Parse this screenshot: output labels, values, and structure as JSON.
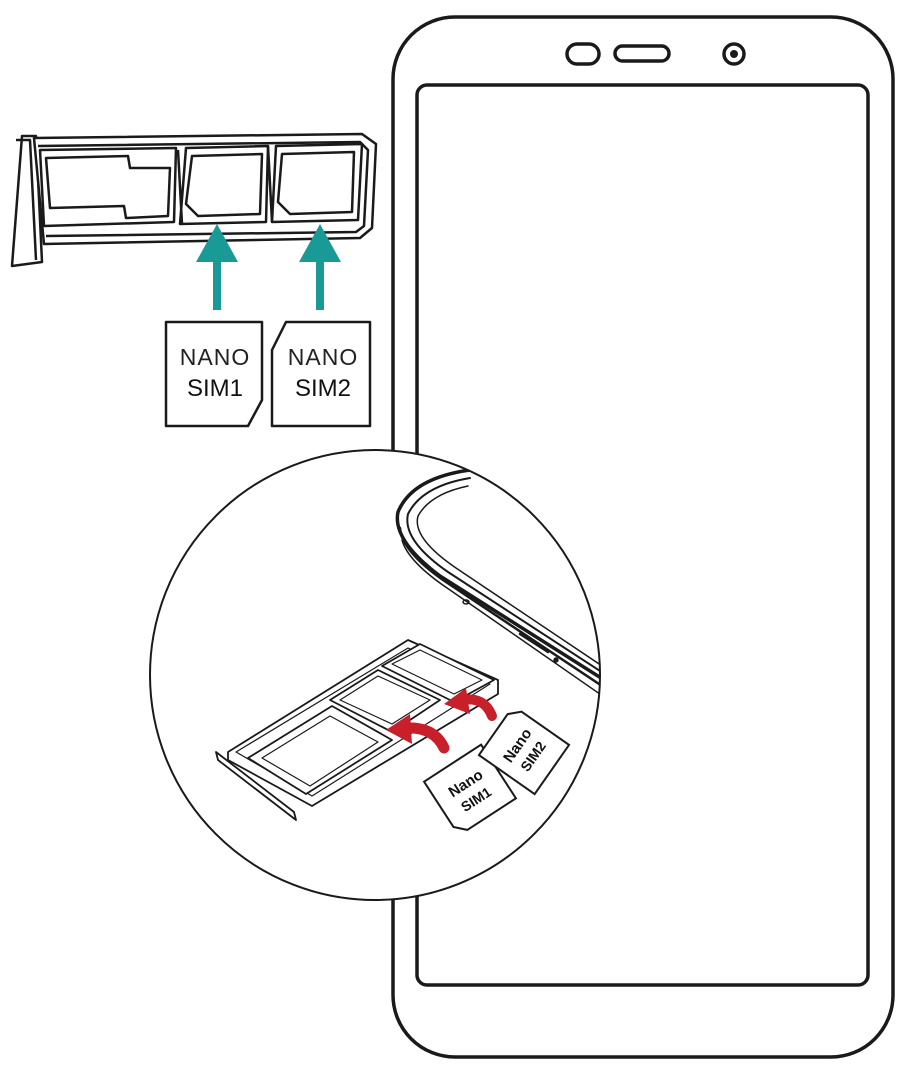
{
  "colors": {
    "line": "#1a1a1a",
    "arrow_teal": "#1a9a96",
    "arrow_red": "#c8202a",
    "screen_fill": "#ffffff"
  },
  "icons": {
    "earpiece": "speaker-grille-icon",
    "proximity_sensor": "sensor-icon",
    "front_camera": "camera-icon"
  },
  "cards": {
    "top": [
      {
        "line1": "NANO",
        "line2": "SIM1"
      },
      {
        "line1": "NANO",
        "line2": "SIM2"
      }
    ],
    "inset": [
      {
        "line1": "Nano",
        "line2": "SIM1"
      },
      {
        "line1": "Nano",
        "line2": "SIM2"
      }
    ]
  }
}
